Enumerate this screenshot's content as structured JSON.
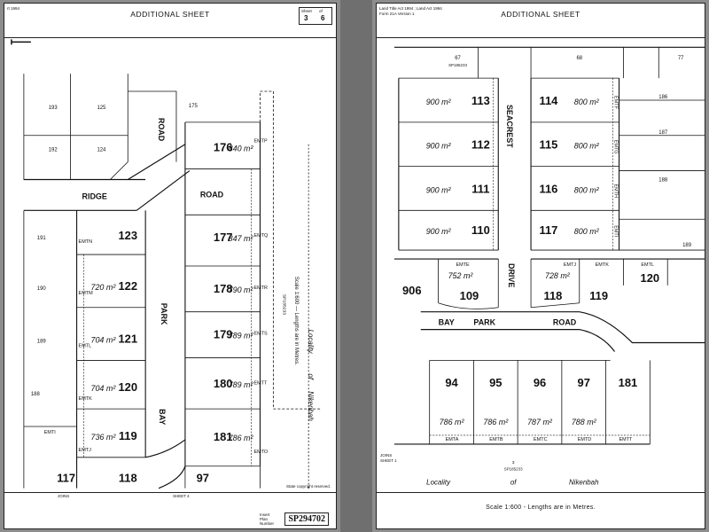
{
  "left_sheet": {
    "act_line": "rt 1994",
    "title": "ADDITIONAL SHEET",
    "sheet_label": "Sheet",
    "of_label": "of",
    "sheet_no": "3",
    "sheet_total": "6",
    "lots": [
      {
        "id": "176",
        "area": "840 m²"
      },
      {
        "id": "177",
        "area": "847 m²"
      },
      {
        "id": "178",
        "area": "790 m²"
      },
      {
        "id": "179",
        "area": "789 m²"
      },
      {
        "id": "180",
        "area": "789 m²"
      },
      {
        "id": "181",
        "area": "786 m²"
      },
      {
        "id": "123",
        "area": ""
      },
      {
        "id": "122",
        "area": "720 m²"
      },
      {
        "id": "121",
        "area": "704 m²"
      },
      {
        "id": "120",
        "area": "704 m²"
      },
      {
        "id": "119",
        "area": "736 m²"
      },
      {
        "id": "118",
        "area": ""
      },
      {
        "id": "117",
        "area": ""
      },
      {
        "id": "97",
        "area": ""
      }
    ],
    "easements": [
      "EMTP",
      "EMTQ",
      "EMTR",
      "EMTS",
      "EMTT",
      "EMTO",
      "EMTN",
      "EMTM",
      "EMTL",
      "EMTK",
      "EMTJ",
      "EMTI"
    ],
    "roads": [
      "RIDGE",
      "ROAD",
      "ROAD",
      "PARK",
      "BAY"
    ],
    "other_lots": [
      "193",
      "125",
      "192",
      "124",
      "191",
      "190",
      "189",
      "188",
      "175"
    ],
    "locality": "Locality",
    "of_word": "of",
    "locality_name": "Nikenbah",
    "scale_text": "Scale 1:600 — Lengths are in Metres.",
    "sp_ref": "SP185233",
    "copyright": "State copyright reserved.",
    "plan_label_1": "Insert",
    "plan_label_2": "Plan",
    "plan_label_3": "Number",
    "plan_number": "SP294702",
    "joins": "JOINS",
    "sheet4": "SHEET 4"
  },
  "right_sheet": {
    "act_line_1": "Land Title Act 1994 ; Land Act 1994",
    "act_line_2": "Form 21A Version 1",
    "title": "ADDITIONAL SHEET",
    "joins": "JOINS",
    "sheet1": "SHEET 1",
    "lots": [
      {
        "id": "113",
        "area": "900 m²"
      },
      {
        "id": "112",
        "area": "900 m²"
      },
      {
        "id": "111",
        "area": "900 m²"
      },
      {
        "id": "110",
        "area": "900 m²"
      },
      {
        "id": "114",
        "area": "800 m²"
      },
      {
        "id": "115",
        "area": "800 m²"
      },
      {
        "id": "116",
        "area": "800 m²"
      },
      {
        "id": "117",
        "area": "800 m²"
      },
      {
        "id": "109",
        "area": "752 m²"
      },
      {
        "id": "118",
        "area": "728 m²"
      },
      {
        "id": "119",
        "area": ""
      },
      {
        "id": "120",
        "area": ""
      },
      {
        "id": "906",
        "area": ""
      },
      {
        "id": "94",
        "area": "786 m²"
      },
      {
        "id": "95",
        "area": "786 m²"
      },
      {
        "id": "96",
        "area": "787 m²"
      },
      {
        "id": "97",
        "area": "788 m²"
      },
      {
        "id": "181",
        "area": ""
      }
    ],
    "easements": [
      "EMTF",
      "EMTG",
      "EMTH",
      "EMTI",
      "EMTE",
      "EMTJ",
      "EMTK",
      "EMTL",
      "EMTA",
      "EMTB",
      "EMTC",
      "EMTD",
      "EMTT"
    ],
    "roads": [
      "SEACREST",
      "DRIVE",
      "BAY",
      "PARK",
      "ROAD"
    ],
    "other_lots": [
      "67",
      "68",
      "77",
      "186",
      "187",
      "188",
      "189"
    ],
    "sp_ref": "SP185233",
    "locality": "Locality",
    "of_word": "of",
    "locality_name": "Nikenbah",
    "lot_3": "3",
    "scale_text": "Scale 1:600 - Lengths are in Metres."
  }
}
